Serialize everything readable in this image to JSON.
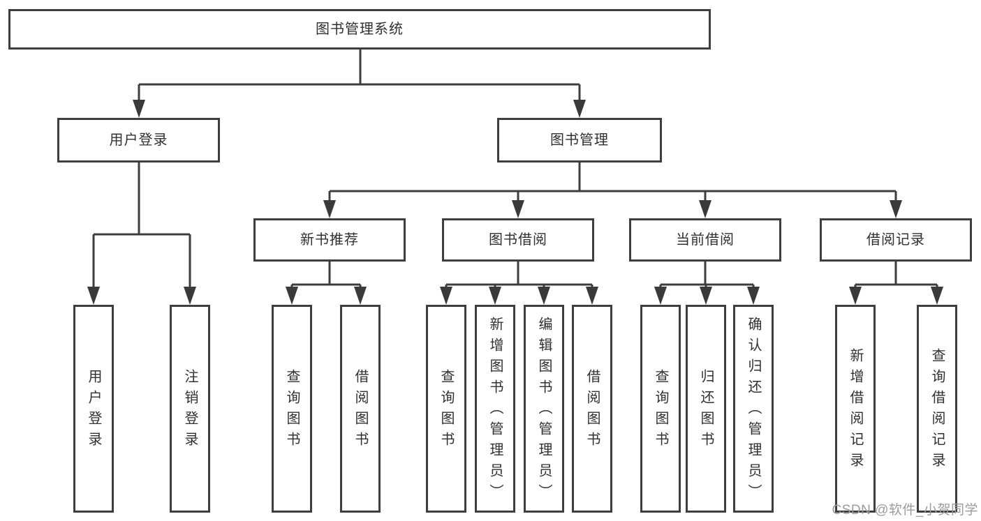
{
  "tree": {
    "root": "图书管理系统",
    "branches": [
      {
        "label": "用户登录",
        "children": [
          "用户登录",
          "注销登录"
        ]
      },
      {
        "label": "图书管理",
        "groups": [
          {
            "label": "新书推荐",
            "children": [
              "查询图书",
              "借阅图书"
            ]
          },
          {
            "label": "图书借阅",
            "children": [
              "查询图书",
              "新增图书（管理员）",
              "编辑图书（管理员）",
              "借阅图书"
            ]
          },
          {
            "label": "当前借阅",
            "children": [
              "查询图书",
              "归还图书",
              "确认归还（管理员）"
            ]
          },
          {
            "label": "借阅记录",
            "children": [
              "新增借阅记录",
              "查询借阅记录"
            ]
          }
        ]
      }
    ]
  },
  "watermark": {
    "text": "CSDN @软件_小贺同学"
  },
  "colors": {
    "line": "#3d3d3d",
    "box_border": "#3e3e3e",
    "text": "#303030",
    "watermark": "#9c9c9c",
    "background": "#ffffff"
  }
}
